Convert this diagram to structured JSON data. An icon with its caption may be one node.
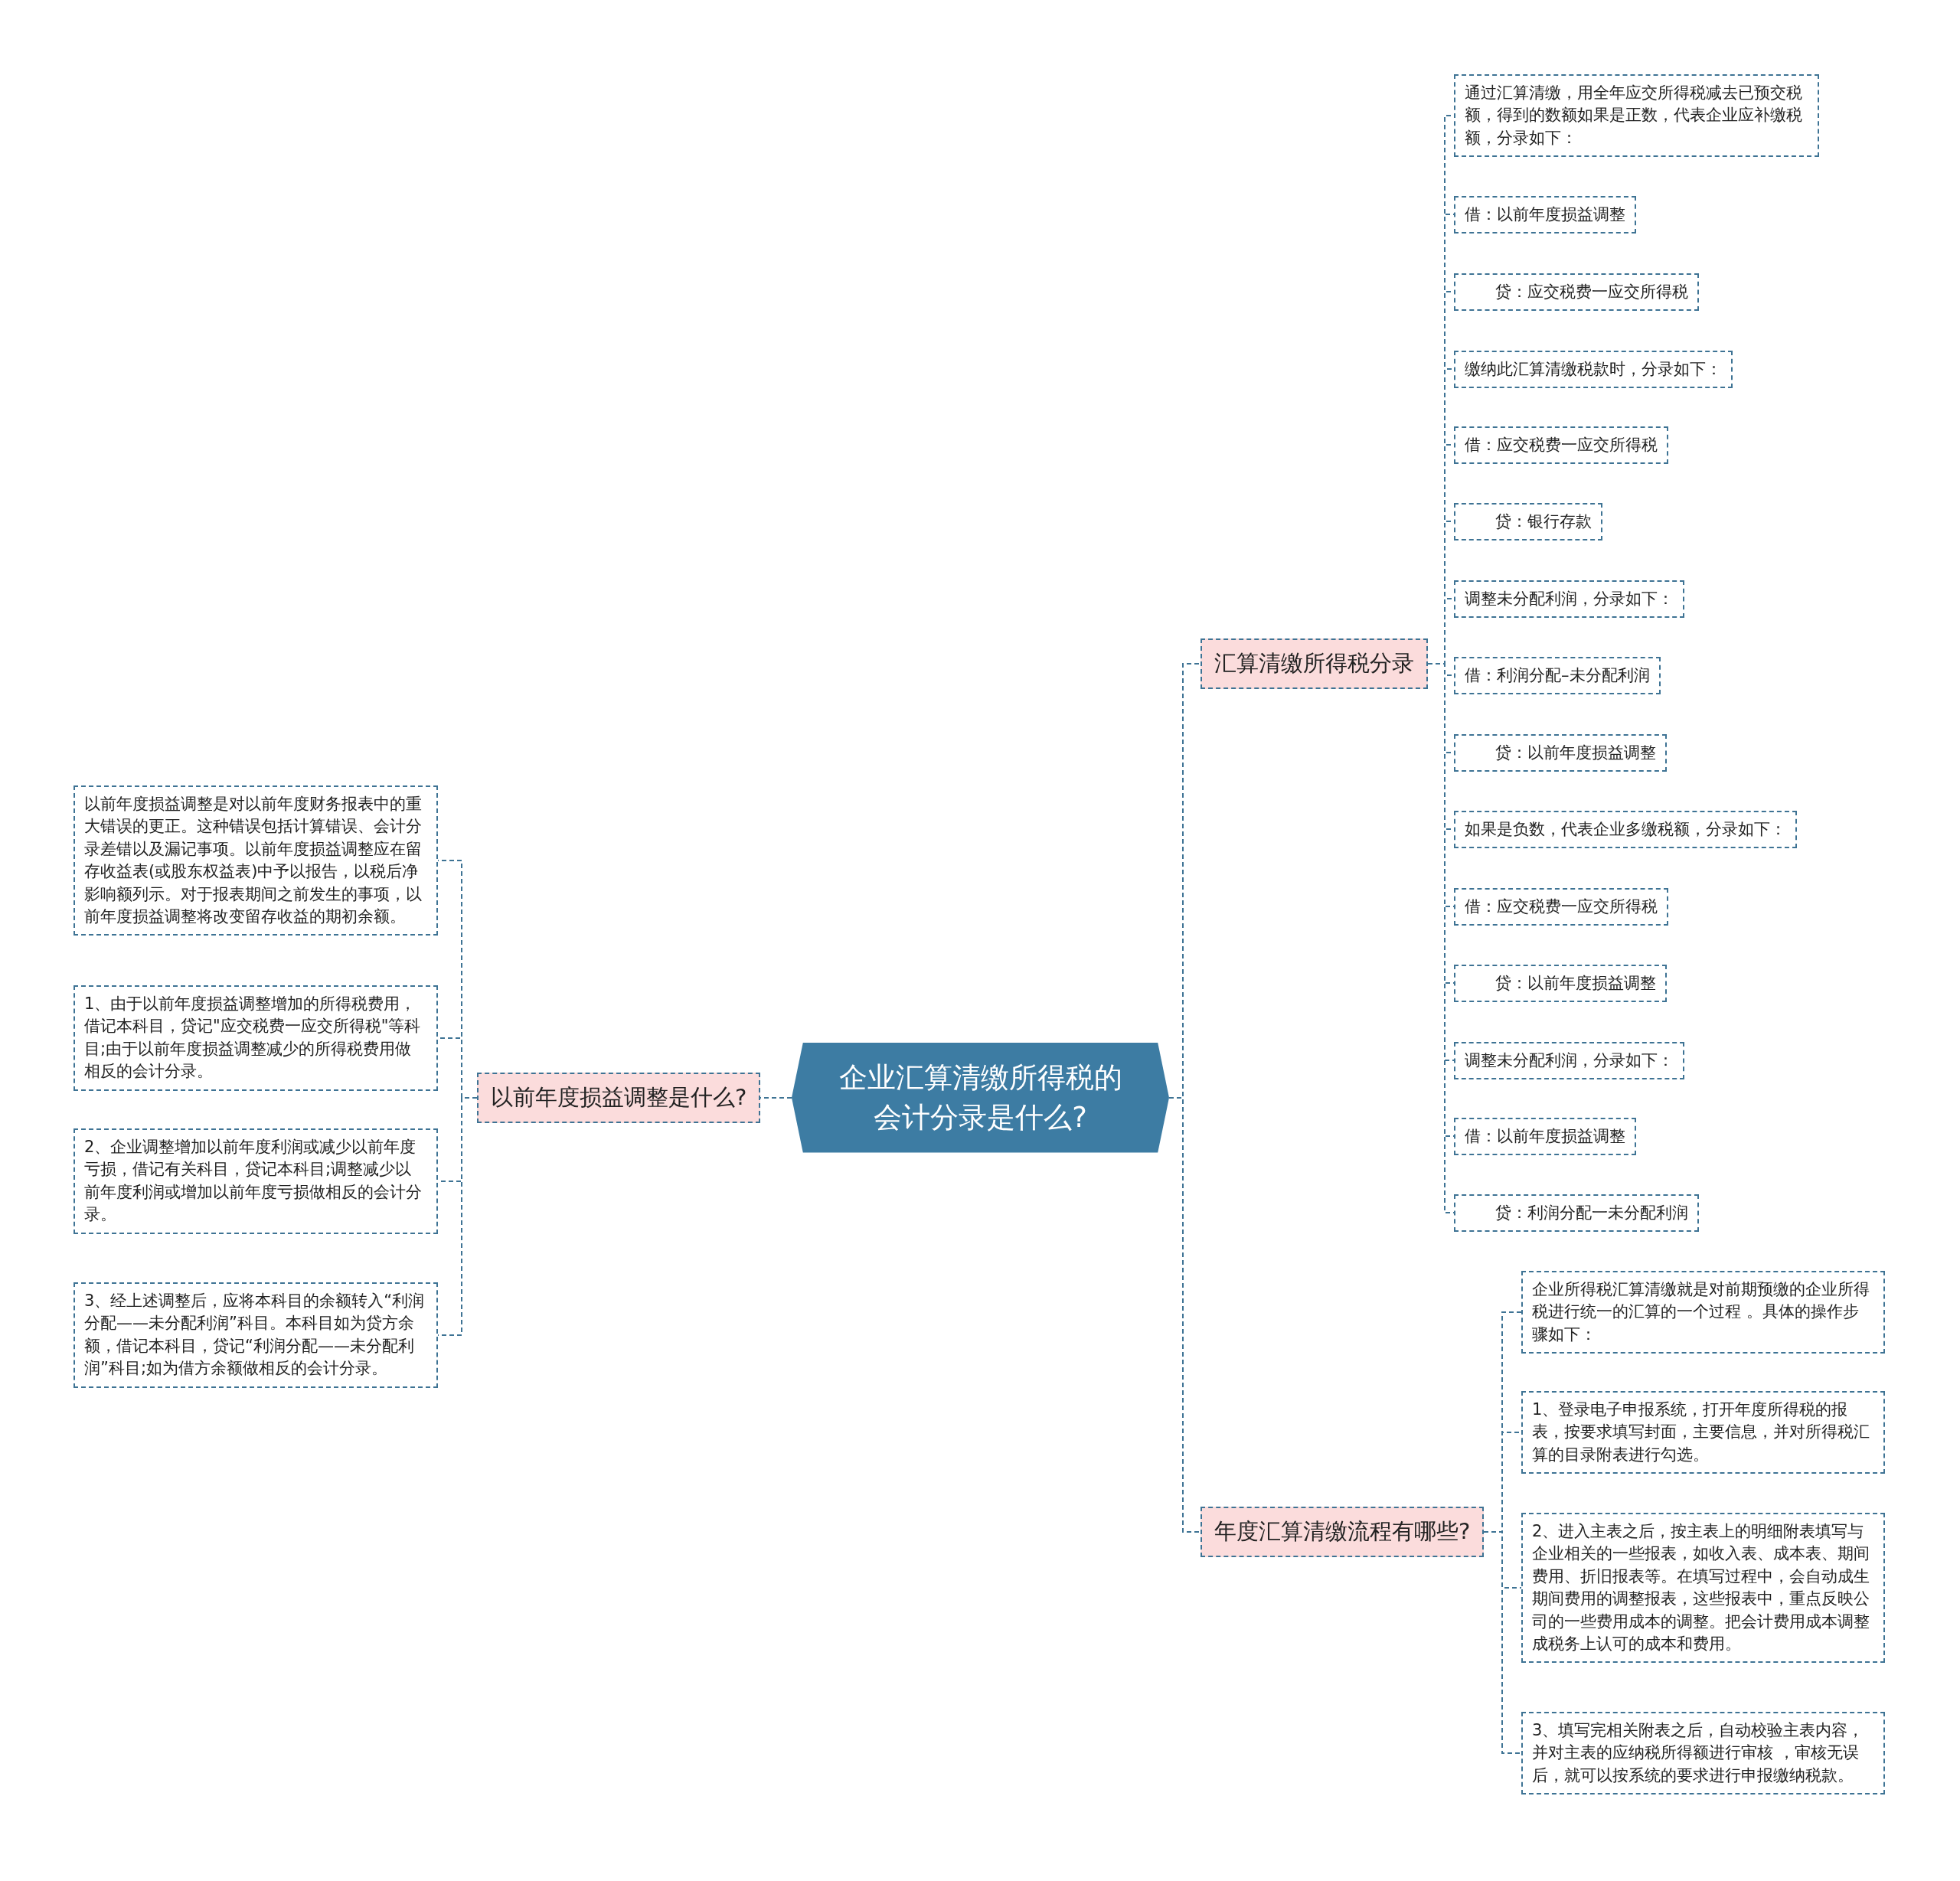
{
  "diagram": {
    "nodes": [
      {
        "text": [
          "企业汇算清缴所得税的会计分录是什么?"
        ]
      },
      {
        "text": [
          "以前年度损益调整是什么?"
        ]
      },
      {
        "text": [
          "以前年度损益调整是对以前年度财务报表中的重大错误的更正。这种错误包括计算错误、会计分录差错以及漏记事项。以前年度损益调整应在留存收益表(或股东权益表)中予以报告，以税后净影响额列示。对于报表期间之前发生的事项，以前年度损益调整将改变留存收益的期初余额。"
        ]
      },
      {
        "text": [
          "1、由于以前年度损益调整增加的所得税费用，借记本科目，贷记\"应交税费一应交所得税\"等科目;由于以前年度损益调整减少的所得税费用做相反的会计分录。"
        ]
      },
      {
        "text": [
          "2、企业调整增加以前年度利润或减少以前年度亏损，借记有关科目，贷记本科目;调整减少以前年度利润或增加以前年度亏损做相反的会计分录。"
        ]
      },
      {
        "text": [
          "3、经上述调整后，应将本科目的余额转入“利润分配——未分配利润”科目。本科目如为贷方余额，借记本科目，贷记“利润分配——未分配利润”科目;如为借方余额做相反的会计分录。"
        ]
      },
      {
        "text": [
          "汇算清缴所得税分录"
        ]
      },
      {
        "text": [
          "通过汇算清缴，用全年应交所得税减去已预交税额，得到的数额如果是正数，代表企业应补缴税额，分录如下："
        ]
      },
      {
        "text": [
          "借：以前年度损益调整"
        ]
      },
      {
        "text": [
          "贷：应交税费一应交所得税"
        ]
      },
      {
        "text": [
          "缴纳此汇算清缴税款时，分录如下："
        ]
      },
      {
        "text": [
          "借：应交税费一应交所得税"
        ]
      },
      {
        "text": [
          "贷：银行存款"
        ]
      },
      {
        "text": [
          "调整未分配利润，分录如下："
        ]
      },
      {
        "text": [
          "借：利润分配–未分配利润"
        ]
      },
      {
        "text": [
          "贷：以前年度损益调整"
        ]
      },
      {
        "text": [
          "如果是负数，代表企业多缴税额，分录如下："
        ]
      },
      {
        "text": [
          "借：应交税费一应交所得税"
        ]
      },
      {
        "text": [
          "贷：以前年度损益调整"
        ]
      },
      {
        "text": [
          "调整未分配利润，分录如下："
        ]
      },
      {
        "text": [
          "借：以前年度损益调整"
        ]
      },
      {
        "text": [
          "贷：利润分配一未分配利润"
        ]
      },
      {
        "text": [
          "年度汇算清缴流程有哪些?"
        ]
      },
      {
        "text": [
          "企业所得税汇算清缴就是对前期预缴的企业所得税进行统一的汇算的一个过程 。具体的操作步骤如下："
        ]
      },
      {
        "text": [
          "1、登录电子申报系统，打开年度所得税的报表，按要求填写封面，主要信息，并对所得税汇算的目录附表进行勾选。"
        ]
      },
      {
        "text": [
          "2、进入主表之后，按主表上的明细附表填写与企业相关的一些报表，如收入表、成本表、期间费用、折旧报表等。在填写过程中，会自动成生期间费用的调整报表，这些报表中，重点反映公司的一些费用成本的调整。把会计费用成本调整成税务上认可的成本和费用。"
        ]
      },
      {
        "text": [
          "3、填写完相关附表之后，自动校验主表内容，并对主表的应纳税所得额进行审核 ，审核无误后，就可以按系统的要求进行申报缴纳税款。"
        ]
      }
    ],
    "edges": [
      {
        "from": 0,
        "to": 1,
        "arrow": "none"
      },
      {
        "from": 1,
        "to": 2,
        "arrow": "none"
      },
      {
        "from": 1,
        "to": 3,
        "arrow": "none"
      },
      {
        "from": 1,
        "to": 4,
        "arrow": "none"
      },
      {
        "from": 1,
        "to": 5,
        "arrow": "none"
      },
      {
        "from": 0,
        "to": 6,
        "arrow": "none"
      },
      {
        "from": 6,
        "to": 7,
        "arrow": "none"
      },
      {
        "from": 6,
        "to": 8,
        "arrow": "none"
      },
      {
        "from": 6,
        "to": 9,
        "arrow": "none"
      },
      {
        "from": 6,
        "to": 10,
        "arrow": "none"
      },
      {
        "from": 6,
        "to": 11,
        "arrow": "none"
      },
      {
        "from": 6,
        "to": 12,
        "arrow": "none"
      },
      {
        "from": 6,
        "to": 13,
        "arrow": "none"
      },
      {
        "from": 6,
        "to": 14,
        "arrow": "none"
      },
      {
        "from": 6,
        "to": 15,
        "arrow": "none"
      },
      {
        "from": 6,
        "to": 16,
        "arrow": "none"
      },
      {
        "from": 6,
        "to": 17,
        "arrow": "none"
      },
      {
        "from": 6,
        "to": 18,
        "arrow": "none"
      },
      {
        "from": 6,
        "to": 19,
        "arrow": "none"
      },
      {
        "from": 6,
        "to": 20,
        "arrow": "none"
      },
      {
        "from": 6,
        "to": 21,
        "arrow": "none"
      },
      {
        "from": 0,
        "to": 22,
        "arrow": "none"
      },
      {
        "from": 22,
        "to": 23,
        "arrow": "none"
      },
      {
        "from": 22,
        "to": 24,
        "arrow": "none"
      },
      {
        "from": 22,
        "to": 25,
        "arrow": "none"
      },
      {
        "from": 22,
        "to": 26,
        "arrow": "none"
      }
    ]
  }
}
